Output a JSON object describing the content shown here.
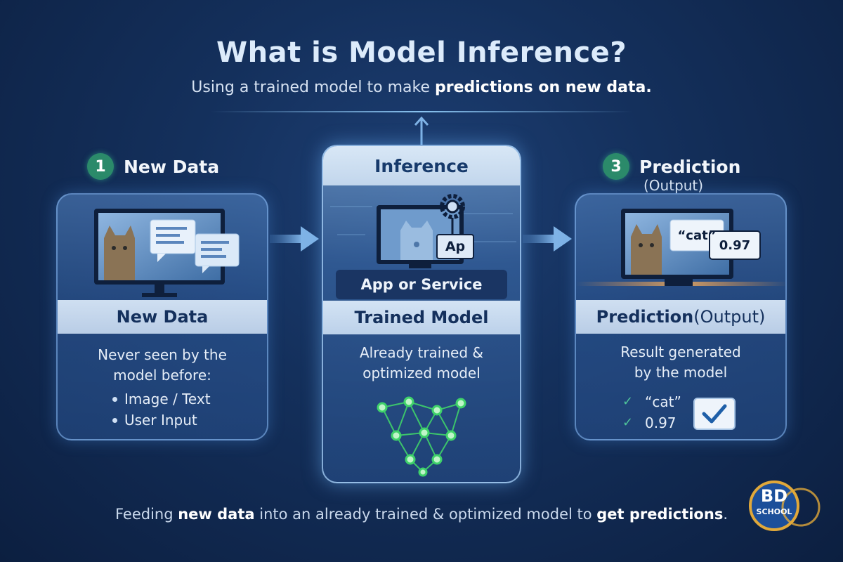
{
  "title": "What is Model Inference?",
  "subtitle": {
    "prefix": "Using a trained model to make ",
    "highlight": "predictions on new data."
  },
  "steps": [
    {
      "number": "1",
      "label": "New Data"
    },
    {
      "number": "3",
      "label": "Prediction",
      "sublabel": "(Output)"
    }
  ],
  "left_card": {
    "band": "New Data",
    "description_line1": "Never seen by the",
    "description_line2": "model before:",
    "bullets": [
      "Image / Text",
      "User Input"
    ]
  },
  "center_card": {
    "header": "Inference",
    "screen_tag": "Ap",
    "app_bar": "App or Service",
    "band": "Trained Model",
    "description_line1": "Already trained &",
    "description_line2": "optimized model"
  },
  "right_card": {
    "band_bold": "Prediction",
    "band_light": " (Output)",
    "screen_label": "“cat”",
    "screen_score": "0.97",
    "description_line1": "Result generated",
    "description_line2": "by the model",
    "results": [
      "“cat”",
      "0.97"
    ]
  },
  "footer": {
    "part1": "Feeding ",
    "bold1": "new data",
    "part2": " into an already trained & optimized model to ",
    "bold2": "get predictions",
    "part3": "."
  },
  "badge": {
    "top": "BD",
    "bottom": "SCHOOL"
  },
  "colors": {
    "background": "#14305c",
    "accent_green": "#2b8a6a",
    "band_light": "#cfdff1",
    "network_green": "#3fd26a"
  }
}
